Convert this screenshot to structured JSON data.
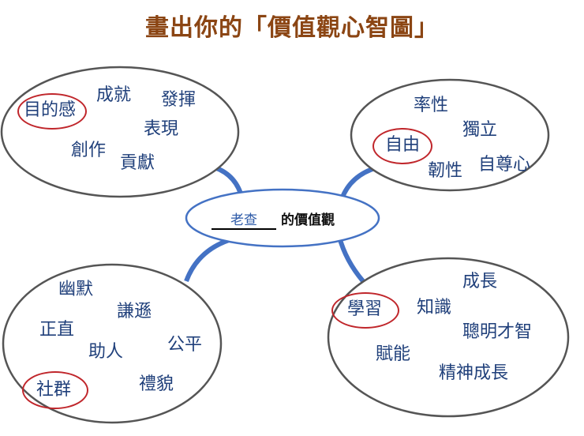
{
  "title": "畫出你的「價值觀心智圖」",
  "center": {
    "name": "老查",
    "suffix": "的價值觀"
  },
  "clusters": {
    "top_left": [
      "目的感",
      "成就",
      "發揮",
      "表現",
      "創作",
      "貢獻"
    ],
    "top_right": [
      "率性",
      "獨立",
      "自由",
      "韌性",
      "自尊心"
    ],
    "bottom_left": [
      "幽默",
      "謙遜",
      "正直",
      "助人",
      "公平",
      "社群",
      "禮貌"
    ],
    "bottom_right": [
      "成長",
      "學習",
      "知識",
      "聰明才智",
      "賦能",
      "精神成長"
    ]
  },
  "highlighted": [
    "目的感",
    "自由",
    "社群",
    "學習"
  ],
  "colors": {
    "title": "#8B4513",
    "words": "#1F3F7A",
    "connector": "#4472C4",
    "highlight": "#C0262B",
    "outline": "#555555"
  }
}
